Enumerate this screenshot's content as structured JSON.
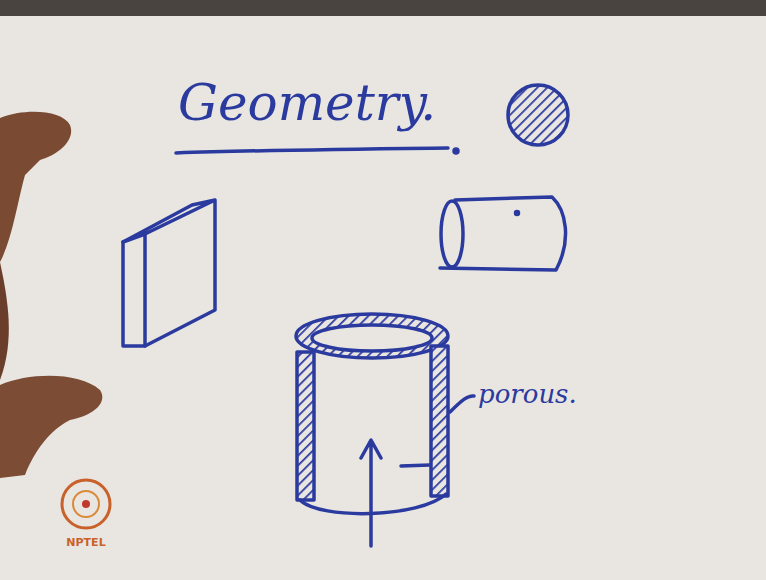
{
  "diagram": {
    "title": "Geometry.",
    "labels": [
      "porous.",
      "NPTEL"
    ]
  }
}
